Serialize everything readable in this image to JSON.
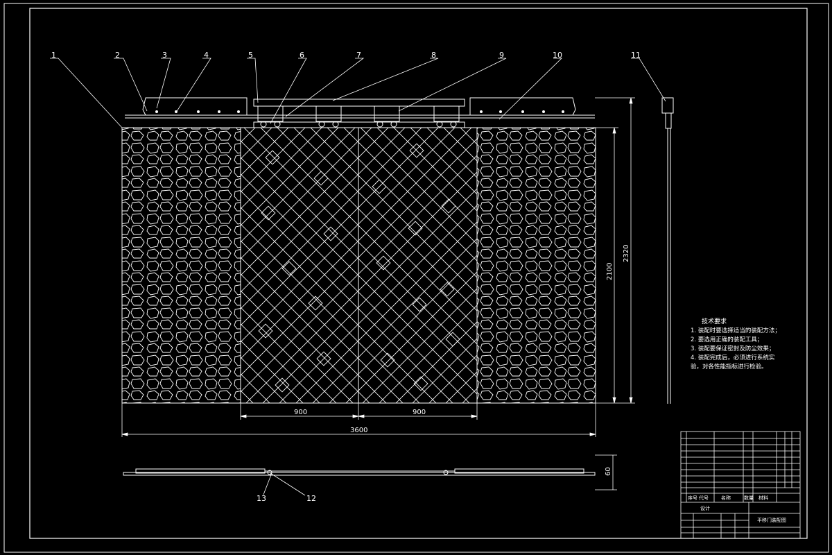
{
  "part_numbers": [
    "1",
    "2",
    "3",
    "4",
    "5",
    "6",
    "7",
    "8",
    "9",
    "10",
    "11",
    "12",
    "13"
  ],
  "dimensions": {
    "panel_width_left": "900",
    "panel_width_right": "900",
    "overall_width": "3600",
    "door_height": "2100",
    "overall_height": "2320",
    "rail_height": "60"
  },
  "tech_requirements": {
    "title": "技术要求",
    "lines": [
      "1. 装配时要选择适当的装配方法；",
      "2. 要选用正确的装配工具；",
      "3. 装配要保证密封及防尘效果；",
      "4. 装配完成后，必须进行系统实",
      "验，对各性能指标进行检验。"
    ]
  },
  "title_block": {
    "header_seq": "序号",
    "header_code": "代号",
    "header_name": "名称",
    "header_qty": "数量",
    "header_material": "材料",
    "designer": "设计",
    "drawing_title": "平移门装配图"
  },
  "colors": {
    "background": "#000000",
    "lines": "#ffffff"
  }
}
